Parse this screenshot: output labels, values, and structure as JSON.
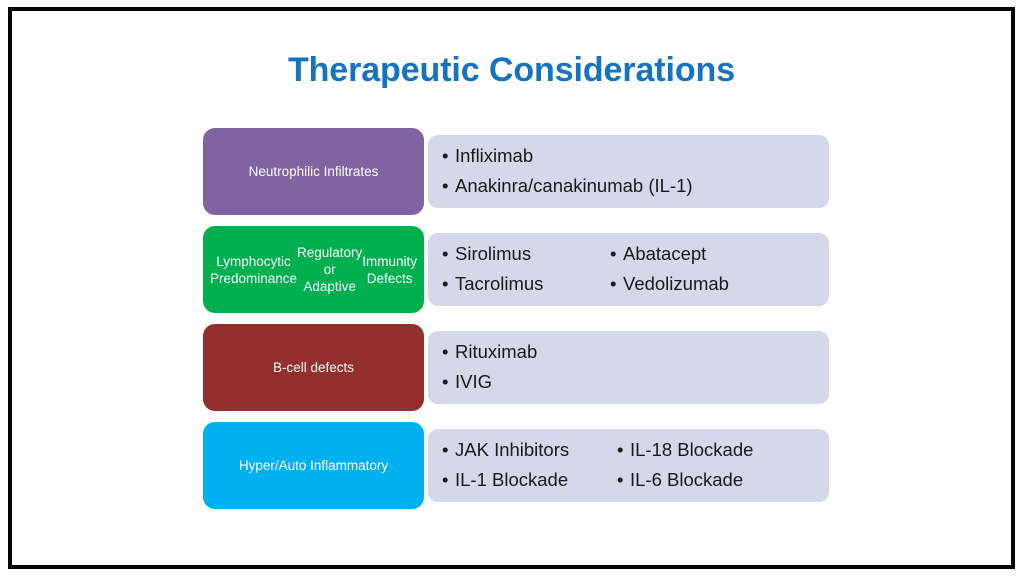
{
  "slide": {
    "title": "Therapeutic Considerations",
    "title_color": "#1573C0",
    "background": "#FFFFFF",
    "border_color": "#050505",
    "content_box_color": "#D3D9E8"
  },
  "rows": [
    {
      "label": "Neutrophilic Infiltrates",
      "color": "#8064A2",
      "columns": [
        {
          "items": [
            "Infliximab",
            "Anakinra/canakinumab (IL-1)"
          ]
        }
      ]
    },
    {
      "label": "Lymphocytic Predominance Regulatory or Adaptive Immunity Defects",
      "label_lines": [
        "Lymphocytic Predominance",
        "Regulatory or Adaptive",
        "Immunity Defects"
      ],
      "color": "#00B04F",
      "columns": [
        {
          "items": [
            "Sirolimus",
            "Tacrolimus"
          ]
        },
        {
          "items": [
            "Abatacept",
            "Vedolizumab"
          ]
        }
      ]
    },
    {
      "label": "B-cell defects",
      "color": "#93302E",
      "columns": [
        {
          "items": [
            "Rituximab",
            "IVIG"
          ]
        }
      ]
    },
    {
      "label": "Hyper/Auto Inflammatory",
      "color": "#00B0F0",
      "columns": [
        {
          "items": [
            "JAK Inhibitors",
            "IL-1 Blockade"
          ]
        },
        {
          "items": [
            "IL-18 Blockade",
            "IL-6 Blockade"
          ]
        }
      ]
    }
  ]
}
